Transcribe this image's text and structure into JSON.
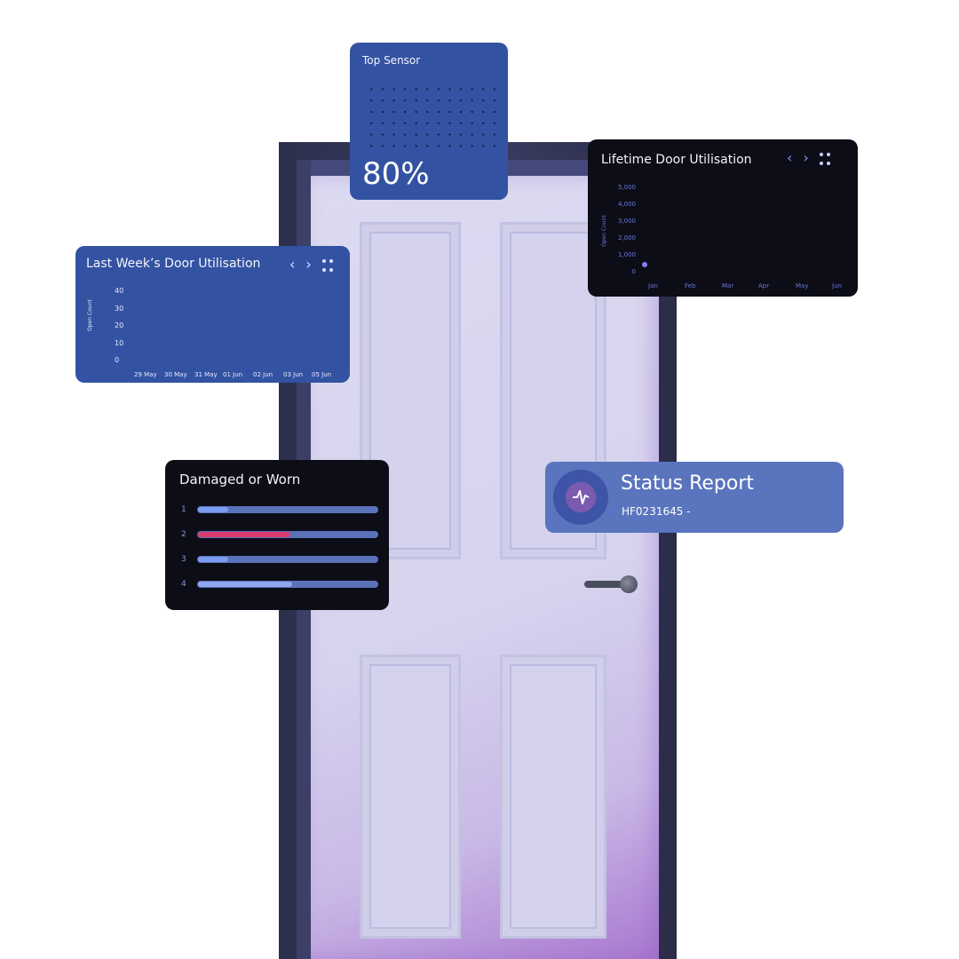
{
  "top_sensor": {
    "title": "Top Sensor",
    "value": "80%"
  },
  "weekly": {
    "title": "Last Week’s Door Utilisation",
    "ylabel": "Open Count",
    "yticks": [
      "40",
      "30",
      "20",
      "10",
      "0"
    ],
    "xticks": [
      "29 May",
      "30 May",
      "31 May",
      "01 Jun",
      "02 Jun",
      "03 Jun",
      "05 Jun"
    ],
    "prev": "‹",
    "next": "›"
  },
  "lifetime": {
    "title": "Lifetime Door Utilisation",
    "ylabel": "Open Count",
    "yticks": [
      "5,000",
      "4,000",
      "3,000",
      "2,000",
      "1,000",
      "0"
    ],
    "xticks": [
      "Jan",
      "Feb",
      "Mar",
      "Apr",
      "May",
      "Jun"
    ],
    "prev": "‹",
    "next": "›"
  },
  "damaged": {
    "title": "Damaged or Worn",
    "rows": [
      {
        "label": "1",
        "percent": 17,
        "color": "#7b9cf0"
      },
      {
        "label": "2",
        "percent": 52,
        "color": "#d83a6e"
      },
      {
        "label": "3",
        "percent": 17,
        "color": "#7b9cf0"
      },
      {
        "label": "4",
        "percent": 53,
        "color": "#8fa6f0"
      }
    ]
  },
  "status": {
    "title": "Status Report",
    "subtitle": "HF0231645 -",
    "icon": "pulse-icon"
  },
  "chart_data": [
    {
      "type": "line",
      "title": "Last Week’s Door Utilisation",
      "categories": [
        "29 May",
        "30 May",
        "31 May",
        "01 Jun",
        "02 Jun",
        "03 Jun",
        "05 Jun"
      ],
      "values": [],
      "xlabel": "",
      "ylabel": "Open Count",
      "ylim": [
        0,
        40
      ]
    },
    {
      "type": "scatter",
      "title": "Lifetime Door Utilisation",
      "categories": [
        "Jan",
        "Feb",
        "Mar",
        "Apr",
        "May",
        "Jun"
      ],
      "values": [
        400,
        null,
        null,
        null,
        null,
        null
      ],
      "xlabel": "",
      "ylabel": "Open Count",
      "ylim": [
        0,
        5000
      ]
    }
  ]
}
